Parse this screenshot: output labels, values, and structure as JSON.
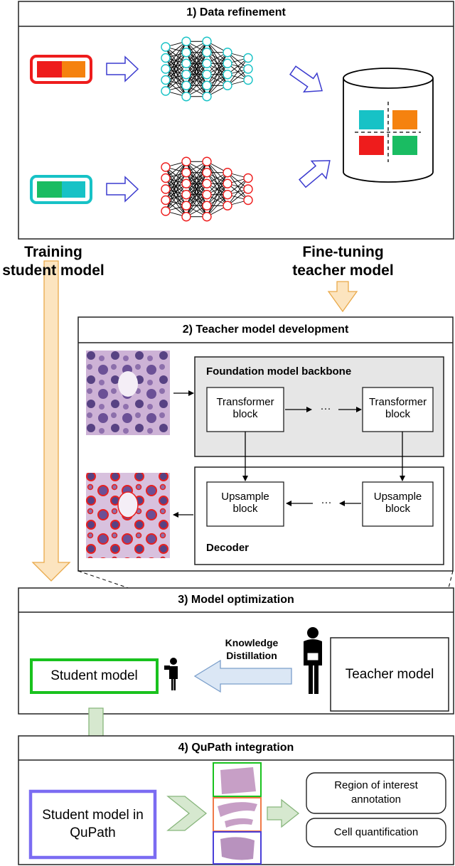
{
  "sections": {
    "data_refinement": "1) Data refinement",
    "teacher_dev": "2) Teacher model development",
    "model_opt": "3) Model optimization",
    "qupath": "4) QuPath integration"
  },
  "labels": {
    "training": "Training",
    "student_model": "student model",
    "fine_tuning": "Fine-tuning",
    "teacher_model_line": "teacher model",
    "foundation_backbone": "Foundation model backbone",
    "transformer_block_1": "Transformer",
    "transformer_block_2": "block",
    "upsample_1": "Upsample",
    "upsample_2": "block",
    "ellipsis": "···",
    "decoder": "Decoder",
    "knowledge": "Knowledge",
    "distillation": "Distillation",
    "student_model_box": "Student model",
    "teacher_model_box": "Teacher model",
    "student_qupath_1": "Student model in",
    "student_qupath_2": "QuPath",
    "roi_1": "Region of interest",
    "roi_2": "annotation",
    "cell_quant": "Cell quantification"
  },
  "colors": {
    "orange_arrow": "#fce4bf",
    "orange_arrow_border": "#e9a94a",
    "green_arrow": "#d6e8cf",
    "green_arrow_border": "#88b67c",
    "blue_arrow": "#dbe7f5",
    "blue_arrow_border": "#7b9fcb",
    "red": "#ee1c1c",
    "orange": "#f5820f",
    "cyan": "#17c2c6",
    "green": "#1abc62",
    "student_box_border": "#19c21e",
    "qupath_box_border": "#7b6cf2",
    "tissue": "#c79fc6"
  }
}
